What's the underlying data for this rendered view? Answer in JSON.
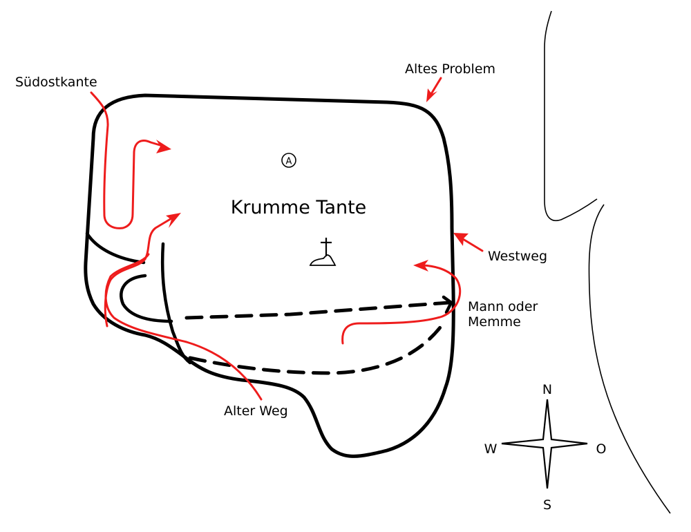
{
  "title": "Krumme Tante",
  "colors": {
    "route": "#ee1c1c",
    "rock_outline": "#000000",
    "background": "#ffffff"
  },
  "labels": {
    "rock_name": "Krumme Tante",
    "anchor_symbol": "A",
    "routes": {
      "suedostkante": "Südostkante",
      "altes_problem": "Altes Problem",
      "westweg": "Westweg",
      "mann_oder_memme_line1": "Mann oder",
      "mann_oder_memme_line2": "Memme",
      "alter_weg": "Alter Weg"
    }
  },
  "compass": {
    "north": "N",
    "south": "S",
    "west": "W",
    "east": "O"
  },
  "icons": [
    "summit-cross-icon",
    "abseil-anchor-icon",
    "compass-rose-icon"
  ]
}
